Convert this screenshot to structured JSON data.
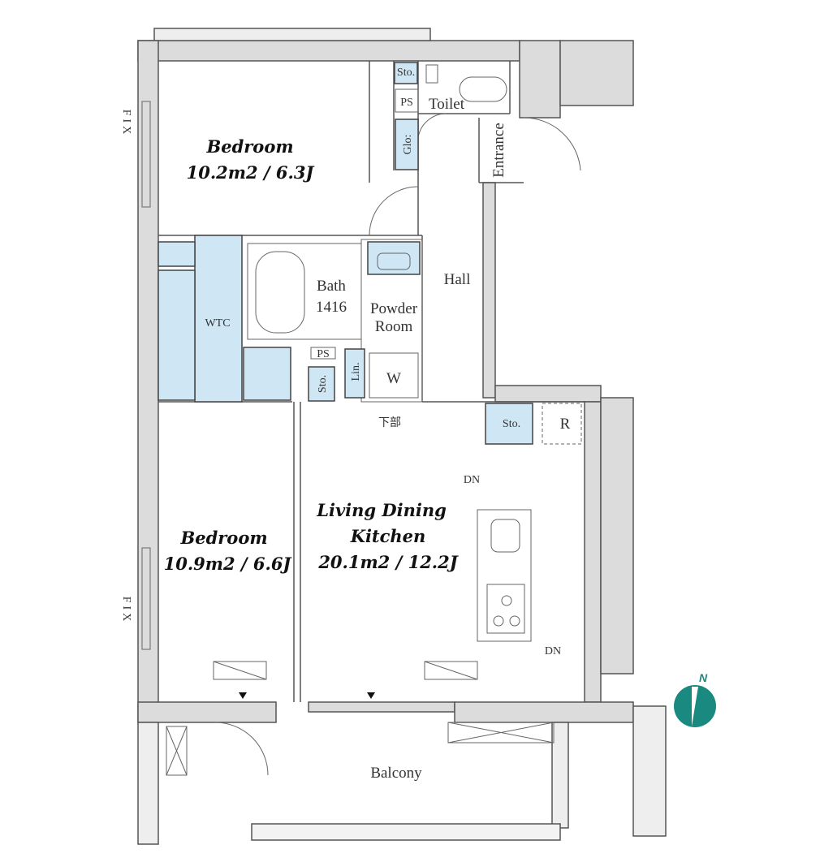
{
  "rooms": {
    "bedroom1": {
      "name": "Bedroom",
      "size": "10.2m2 / 6.3J"
    },
    "bedroom2": {
      "name": "Bedroom",
      "size": "10.9m2 / 6.6J"
    },
    "ldk": {
      "name_line1": "Living Dining",
      "name_line2": "Kitchen",
      "size": "20.1m2 / 12.2J"
    },
    "bath": {
      "name": "Bath",
      "size": "1416"
    },
    "powder": {
      "line1": "Powder",
      "line2": "Room"
    },
    "hall": "Hall",
    "wtc": "WTC",
    "toilet": "Toilet",
    "entrance": "Entrance",
    "balcony": "Balcony"
  },
  "labels": {
    "sto_top": "Sto.",
    "ps_top": "PS",
    "glo": "Glo:",
    "ps_mid": "PS",
    "sto_mid": "Sto.",
    "lin": "Lin.",
    "washer": "W",
    "kabu": "下部",
    "sto_kitchen": "Sto.",
    "fridge": "R",
    "dn1": "DN",
    "dn2": "DN",
    "fix_top": "FIX",
    "fix_bottom": "FIX"
  },
  "compass": {
    "label": "N"
  },
  "colors": {
    "storage": "#cfe6f5",
    "wall": "#dcdcdc",
    "compass": "#1a8a80"
  }
}
